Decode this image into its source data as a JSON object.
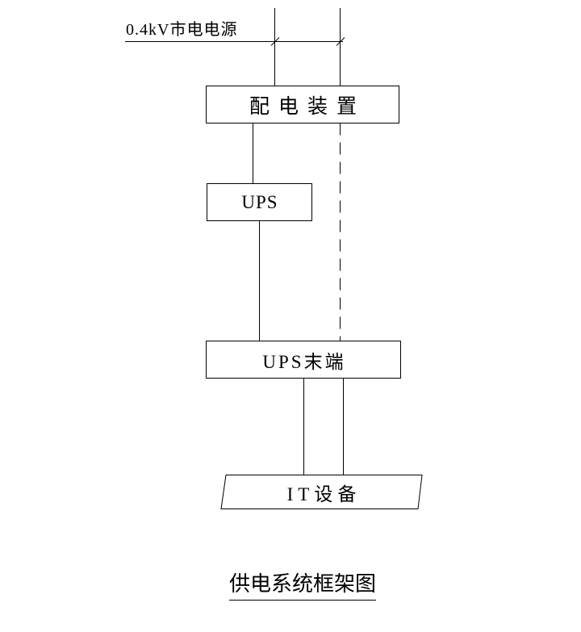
{
  "title": "供电系统框架图",
  "labels": {
    "source": "0.4kV市电电源"
  },
  "nodes": {
    "distribution": "配电装置",
    "ups": "UPS",
    "ups_terminal": "UPS末端",
    "it_equipment": "IT设备"
  },
  "edges": [
    {
      "from": "utility-feed",
      "to": "distribution",
      "style": "solid",
      "count": 2
    },
    {
      "from": "distribution",
      "to": "ups",
      "style": "solid",
      "count": 1
    },
    {
      "from": "ups",
      "to": "ups_terminal",
      "style": "solid",
      "count": 1
    },
    {
      "from": "distribution",
      "to": "ups_terminal",
      "style": "dashed",
      "count": 1
    },
    {
      "from": "ups_terminal",
      "to": "it_equipment",
      "style": "solid",
      "count": 2
    }
  ],
  "colors": {
    "line": "#000000",
    "text": "#000000",
    "background": "#ffffff"
  }
}
